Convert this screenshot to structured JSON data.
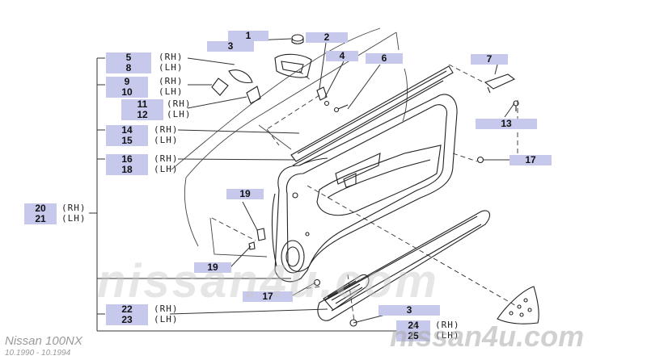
{
  "footer": {
    "model": "Nissan 100NX",
    "dates": "10.1990 - 10.1994"
  },
  "watermark": {
    "center": "nissan4u.com",
    "corner": "nissan4u.com"
  },
  "callouts": [
    {
      "id": "c1",
      "num": "1"
    },
    {
      "id": "c3a",
      "num": "3"
    },
    {
      "id": "c2",
      "num": "2"
    },
    {
      "id": "c4",
      "num": "4"
    },
    {
      "id": "c6",
      "num": "6"
    },
    {
      "id": "c7",
      "num": "7"
    },
    {
      "id": "c13",
      "num": "13"
    },
    {
      "id": "c17a",
      "num": "17"
    },
    {
      "id": "c5",
      "num": "5",
      "side": "(RH)"
    },
    {
      "id": "c8",
      "num": "8",
      "side": "(LH)"
    },
    {
      "id": "c9",
      "num": "9",
      "side": "(RH)"
    },
    {
      "id": "c10",
      "num": "10",
      "side": "(LH)"
    },
    {
      "id": "c11",
      "num": "11",
      "side": "(RH)"
    },
    {
      "id": "c12",
      "num": "12",
      "side": "(LH)"
    },
    {
      "id": "c14",
      "num": "14",
      "side": "(RH)"
    },
    {
      "id": "c15",
      "num": "15",
      "side": "(LH)"
    },
    {
      "id": "c16",
      "num": "16",
      "side": "(RH)"
    },
    {
      "id": "c18",
      "num": "18",
      "side": "(LH)"
    },
    {
      "id": "c20",
      "num": "20",
      "side": "(RH)"
    },
    {
      "id": "c21",
      "num": "21",
      "side": "(LH)"
    },
    {
      "id": "c19a",
      "num": "19"
    },
    {
      "id": "c19b",
      "num": "19"
    },
    {
      "id": "c17b",
      "num": "17"
    },
    {
      "id": "c22",
      "num": "22",
      "side": "(RH)"
    },
    {
      "id": "c23",
      "num": "23",
      "side": "(LH)"
    },
    {
      "id": "c3b",
      "num": "3"
    },
    {
      "id": "c24",
      "num": "24",
      "side": "(RH)"
    },
    {
      "id": "c25",
      "num": "25",
      "side": "(LH)"
    }
  ]
}
